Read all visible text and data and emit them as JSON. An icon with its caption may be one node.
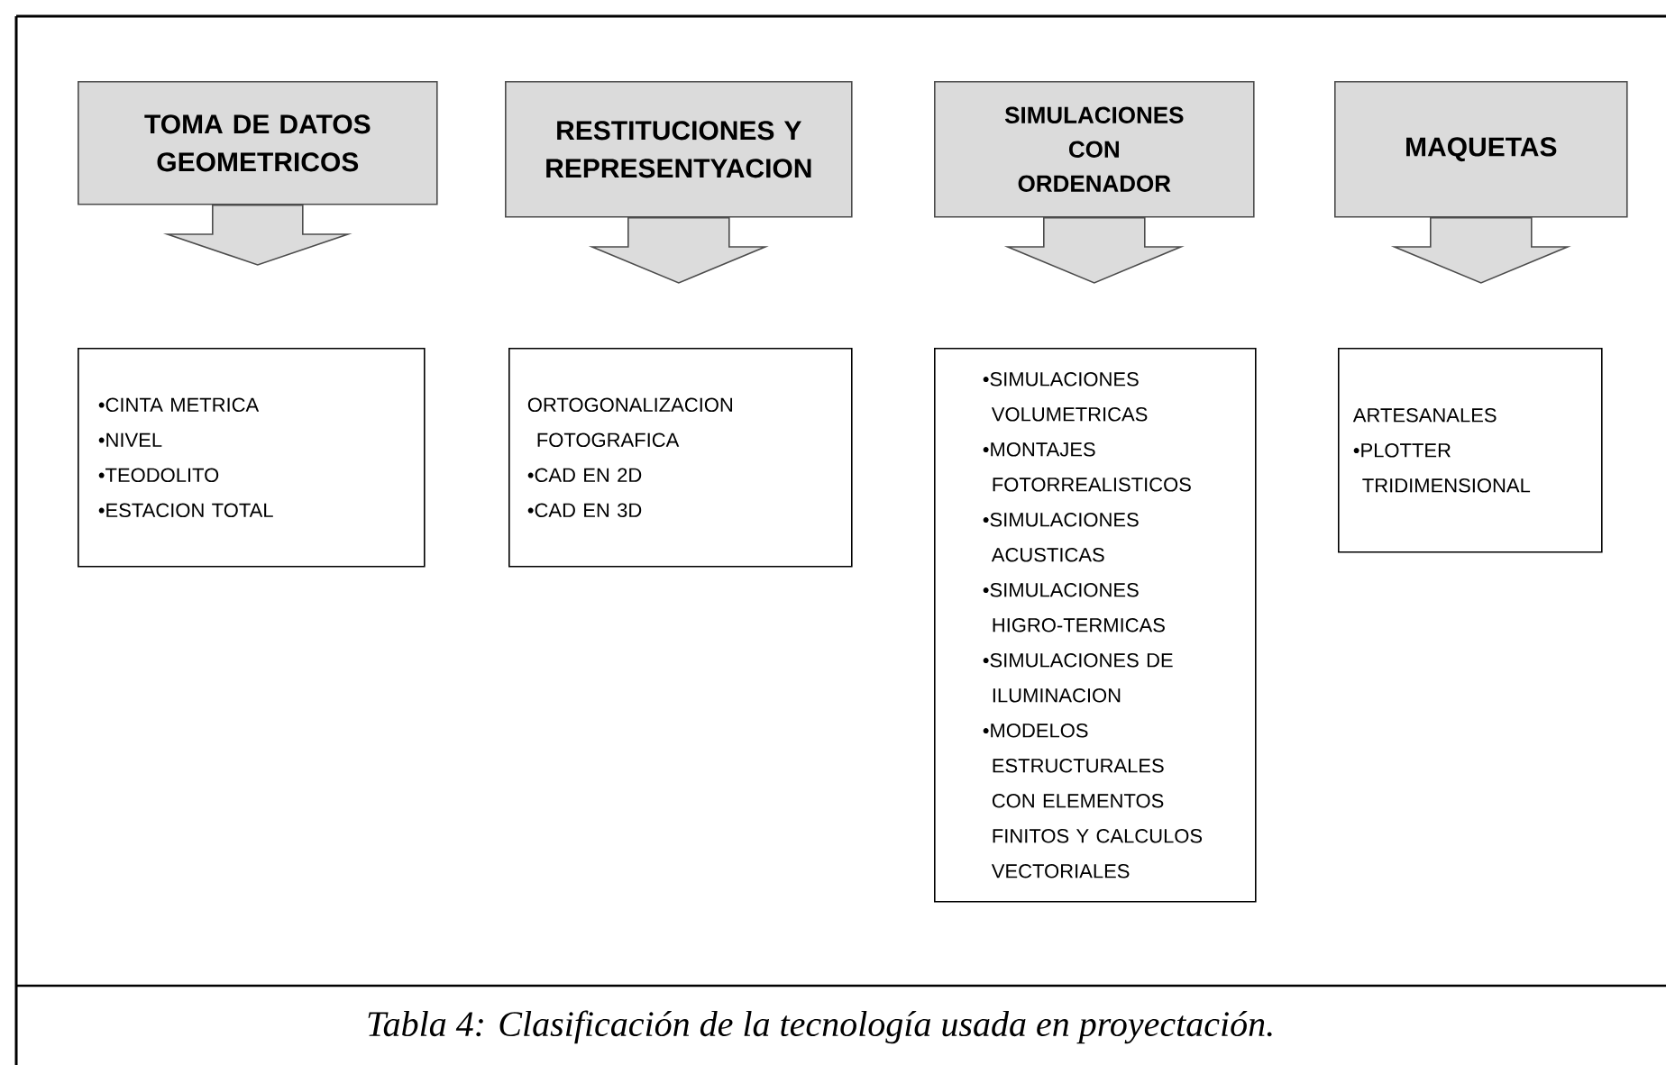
{
  "diagram": {
    "caption": "Tabla 4: Clasificación de la tecnología usada en proyectación.",
    "nodes": [
      {
        "text": [
          "TOMA DE DATOS GEOMETRICOS"
        ]
      },
      {
        "text": [
          "RESTITUCIONES Y REPRESENTYACION"
        ]
      },
      {
        "text": [
          "SIMULACIONES CON ORDENADOR"
        ]
      },
      {
        "text": [
          "MAQUETAS"
        ]
      },
      {
        "text": [
          "•CINTA METRICA",
          "•NIVEL",
          "•TEODOLITO",
          "•ESTACION TOTAL"
        ]
      },
      {
        "text": [
          "ORTOGONALIZACION FOTOGRAFICA",
          "•CAD EN 2D",
          "•CAD EN 3D"
        ]
      },
      {
        "text": [
          "•SIMULACIONES VOLUMETRICAS",
          "•MONTAJES FOTORREALISTICOS",
          "•SIMULACIONES ACUSTICAS",
          "•SIMULACIONES HIGRO-TERMICAS",
          "•SIMULACIONES DE ILUMINACION",
          "•MODELOS ESTRUCTURALES CON ELEMENTOS FINITOS Y CALCULOS VECTORIALES"
        ]
      },
      {
        "text": [
          "ARTESANALES",
          "•PLOTTER TRIDIMENSIONAL"
        ]
      }
    ],
    "edges": [
      {
        "from": 0,
        "to": 4,
        "arrow": "to"
      },
      {
        "from": 1,
        "to": 5,
        "arrow": "to"
      },
      {
        "from": 2,
        "to": 6,
        "arrow": "to"
      },
      {
        "from": 3,
        "to": 7,
        "arrow": "to"
      }
    ]
  }
}
